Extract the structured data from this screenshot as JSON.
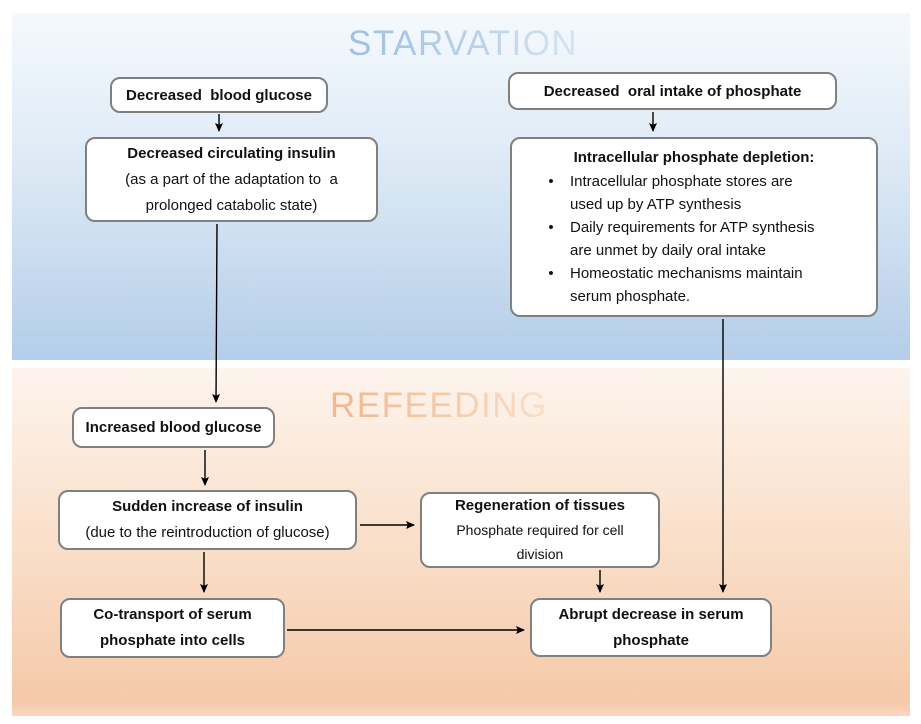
{
  "sections": {
    "starvation": {
      "label": "STARVATION"
    },
    "refeeding": {
      "label": "REFEEDING"
    }
  },
  "colors": {
    "starvation_panel_top": "#f5f9fd",
    "starvation_panel_bottom": "#b4cde9",
    "refeeding_panel_top": "#fdf4ed",
    "refeeding_panel_bottom": "#f5c9a9",
    "starvation_title": "#9cc0e3",
    "refeeding_title": "#f1b78e",
    "box_border": "#808080",
    "box_fill": "#ffffff",
    "arrow": "#000000",
    "text": "#111111"
  },
  "boxes": {
    "decreased_blood_glucose": {
      "title": "Decreased  blood glucose"
    },
    "decreased_circulating_insulin": {
      "title": "Decreased circulating insulin",
      "subtitle": "(as a part of the adaptation to  a\nprolonged catabolic state)"
    },
    "decreased_oral_phosphate": {
      "title": "Decreased  oral intake of phosphate"
    },
    "intracellular_phosphate_depletion": {
      "title": "Intracellular phosphate depletion:",
      "bullet_glyph": "•",
      "bullets": [
        "Intracellular phosphate stores are\nused up by ATP synthesis",
        "Daily requirements for ATP synthesis\nare unmet by daily oral intake",
        "Homeostatic mechanisms maintain\nserum phosphate."
      ]
    },
    "increased_blood_glucose": {
      "title": "Increased blood glucose"
    },
    "sudden_increase_insulin": {
      "title": "Sudden increase of insulin",
      "subtitle": "(due to the reintroduction of glucose)"
    },
    "regeneration_of_tissues": {
      "title": "Regeneration of tissues",
      "subtitle": "Phosphate required for cell\ndivision"
    },
    "cotransport_phosphate": {
      "title": "Co-transport of serum\nphosphate into cells"
    },
    "abrupt_decrease_phosphate": {
      "title": "Abrupt decrease in serum\nphosphate"
    }
  }
}
